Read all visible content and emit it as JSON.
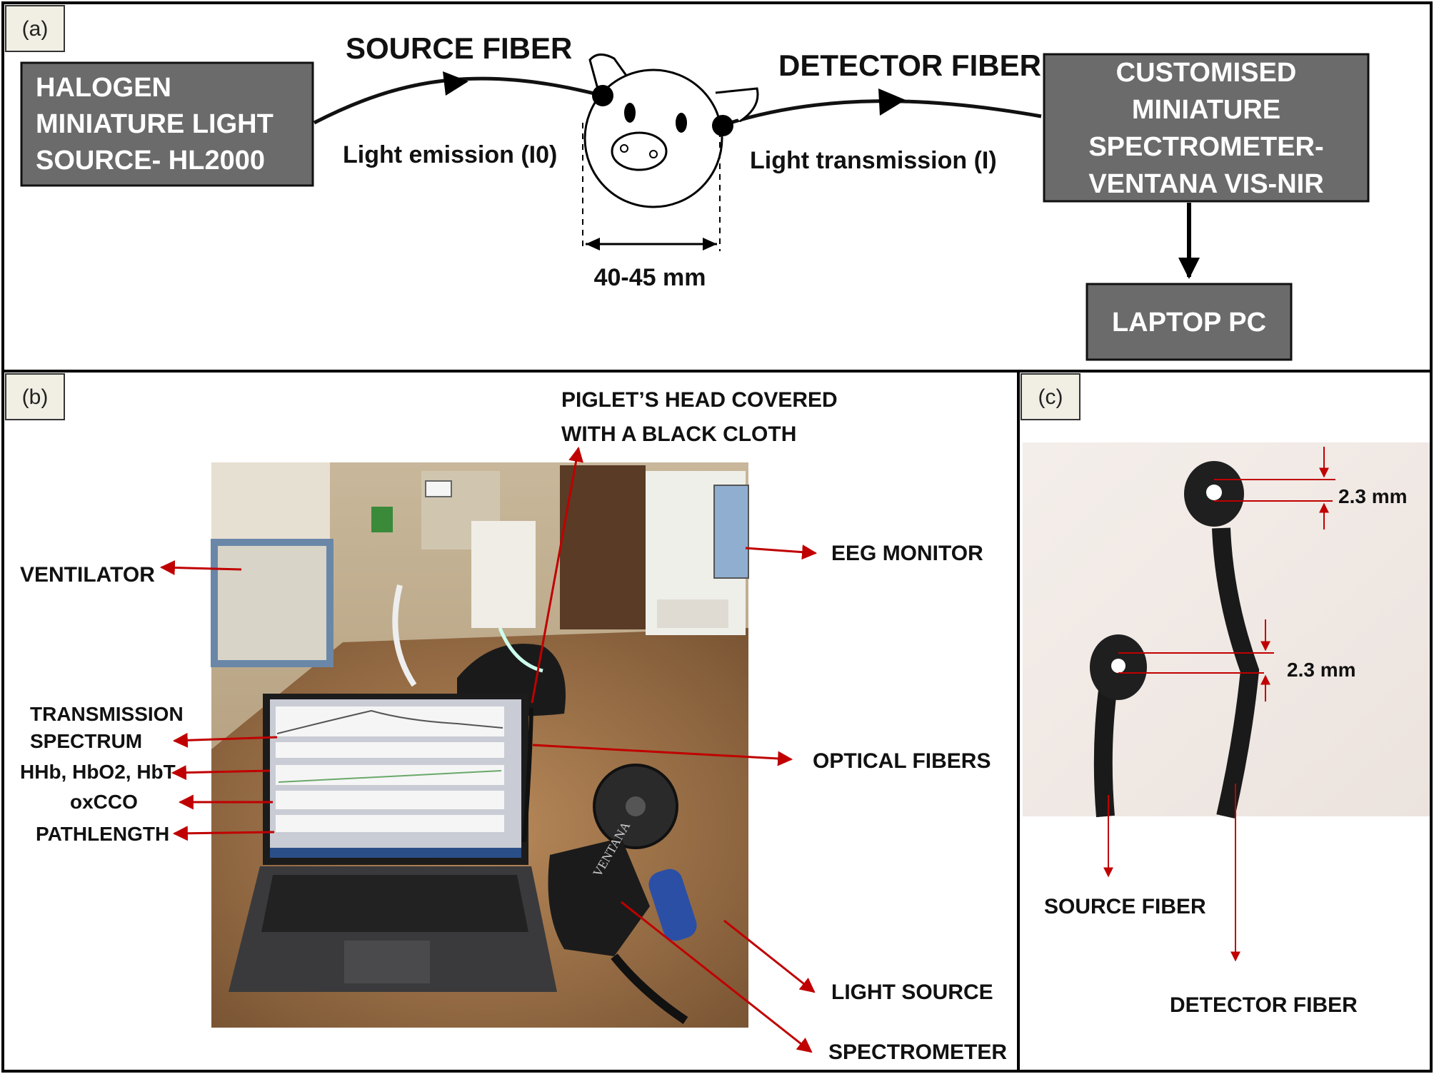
{
  "panels": {
    "a": {
      "tag": "(a)"
    },
    "b": {
      "tag": "(b)"
    },
    "c": {
      "tag": "(c)"
    }
  },
  "schematic": {
    "light_source_box": [
      "HALOGEN",
      "MINIATURE LIGHT",
      "SOURCE- HL2000"
    ],
    "spectrometer_box": [
      "CUSTOMISED",
      "MINIATURE",
      "SPECTROMETER-",
      "VENTANA VIS-NIR"
    ],
    "laptop_box": "LAPTOP PC",
    "source_fiber": "SOURCE FIBER",
    "detector_fiber": "DETECTOR FIBER",
    "emission_label": "Light emission (I0)",
    "transmission_label": "Light transmission (I)",
    "head_width": "40-45 mm"
  },
  "photo_b": {
    "head_note": [
      "PIGLET’S HEAD COVERED",
      "WITH A BLACK CLOTH"
    ],
    "ventilator": "VENTILATOR",
    "eeg_monitor": "EEG MONITOR",
    "transmission_spectrum": [
      "TRANSMISSION",
      "SPECTRUM"
    ],
    "hemoglobin": "HHb, HbO2, HbT",
    "oxcco": "oxCCO",
    "pathlength": "PATHLENGTH",
    "optical_fibers": "OPTICAL FIBERS",
    "light_source": "LIGHT SOURCE",
    "spectrometer": "SPECTROMETER",
    "device_brand": "VENTANA"
  },
  "photo_c": {
    "dim_top": "2.3 mm",
    "dim_bottom": "2.3 mm",
    "source_fiber": "SOURCE FIBER",
    "detector_fiber": "DETECTOR FIBER"
  },
  "colors": {
    "box_fill": "#6b6b6b",
    "annotation_red": "#c00000",
    "frame": "#000000"
  }
}
